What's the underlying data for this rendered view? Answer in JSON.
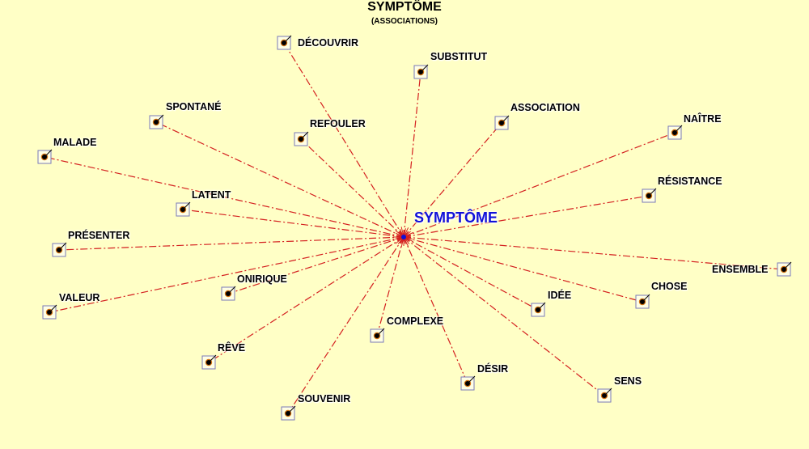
{
  "title": "SYMPTÔME",
  "subtitle": "(ASSOCIATIONS)",
  "center": {
    "label": "SYMPTÔME"
  },
  "nodes": [
    {
      "id": "decouvrir",
      "label": "DÉCOUVRIR"
    },
    {
      "id": "substitut",
      "label": "SUBSTITUT"
    },
    {
      "id": "spontane",
      "label": "SPONTANÉ"
    },
    {
      "id": "refouler",
      "label": "REFOULER"
    },
    {
      "id": "association",
      "label": "ASSOCIATION"
    },
    {
      "id": "naitre",
      "label": "NAÎTRE"
    },
    {
      "id": "malade",
      "label": "MALADE"
    },
    {
      "id": "resistance",
      "label": "RÉSISTANCE"
    },
    {
      "id": "latent",
      "label": "LATENT"
    },
    {
      "id": "presenter",
      "label": "PRÉSENTER"
    },
    {
      "id": "ensemble",
      "label": "ENSEMBLE"
    },
    {
      "id": "onirique",
      "label": "ONIRIQUE"
    },
    {
      "id": "chose",
      "label": "CHOSE"
    },
    {
      "id": "valeur",
      "label": "VALEUR"
    },
    {
      "id": "idee",
      "label": "IDÉE"
    },
    {
      "id": "complexe",
      "label": "COMPLEXE"
    },
    {
      "id": "reve",
      "label": "RÊVE"
    },
    {
      "id": "desir",
      "label": "DÉSIR"
    },
    {
      "id": "sens",
      "label": "SENS"
    },
    {
      "id": "souvenir",
      "label": "SOUVENIR"
    }
  ],
  "colors": {
    "background": "#ffffc6",
    "edge": "#d42020",
    "center_text": "#1010d8",
    "node_box_border": "#7a7ab8",
    "node_dot": "#000000",
    "node_dot_ring": "#d07010"
  }
}
